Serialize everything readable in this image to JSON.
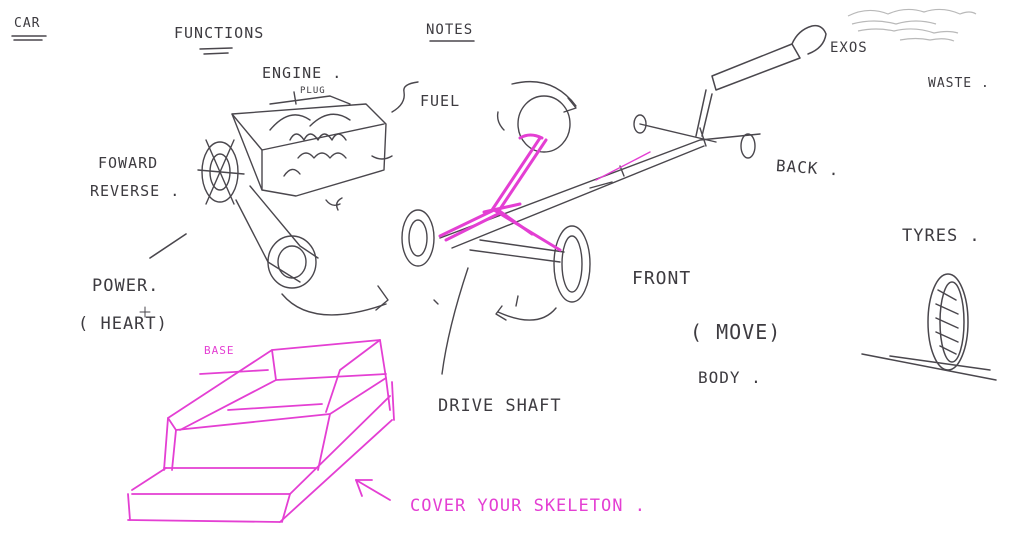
{
  "labels": {
    "car": "CAR",
    "functions": "FUNCTIONS",
    "notes": "NOTES",
    "engine": "ENGINE .",
    "plug": "PLUG",
    "fuel": "FUEL",
    "exos": "EXOS",
    "waste": "WASTE .",
    "back": "BACK .",
    "foward": "FOWARD",
    "reverse": "REVERSE .",
    "power": "POWER.",
    "heart": "( HEART)",
    "front": "FRONT",
    "tyres": "TYRES .",
    "move": "( MOVE)",
    "body": "BODY .",
    "drive_shaft": "DRIVE SHAFT",
    "base": "BASE",
    "cover": "COVER  YOUR  SKELETON ."
  },
  "colors": {
    "ink": "#4a474d",
    "highlight": "#e43fd3",
    "smoke": "#b9b9b9",
    "background": "#ffffff"
  }
}
